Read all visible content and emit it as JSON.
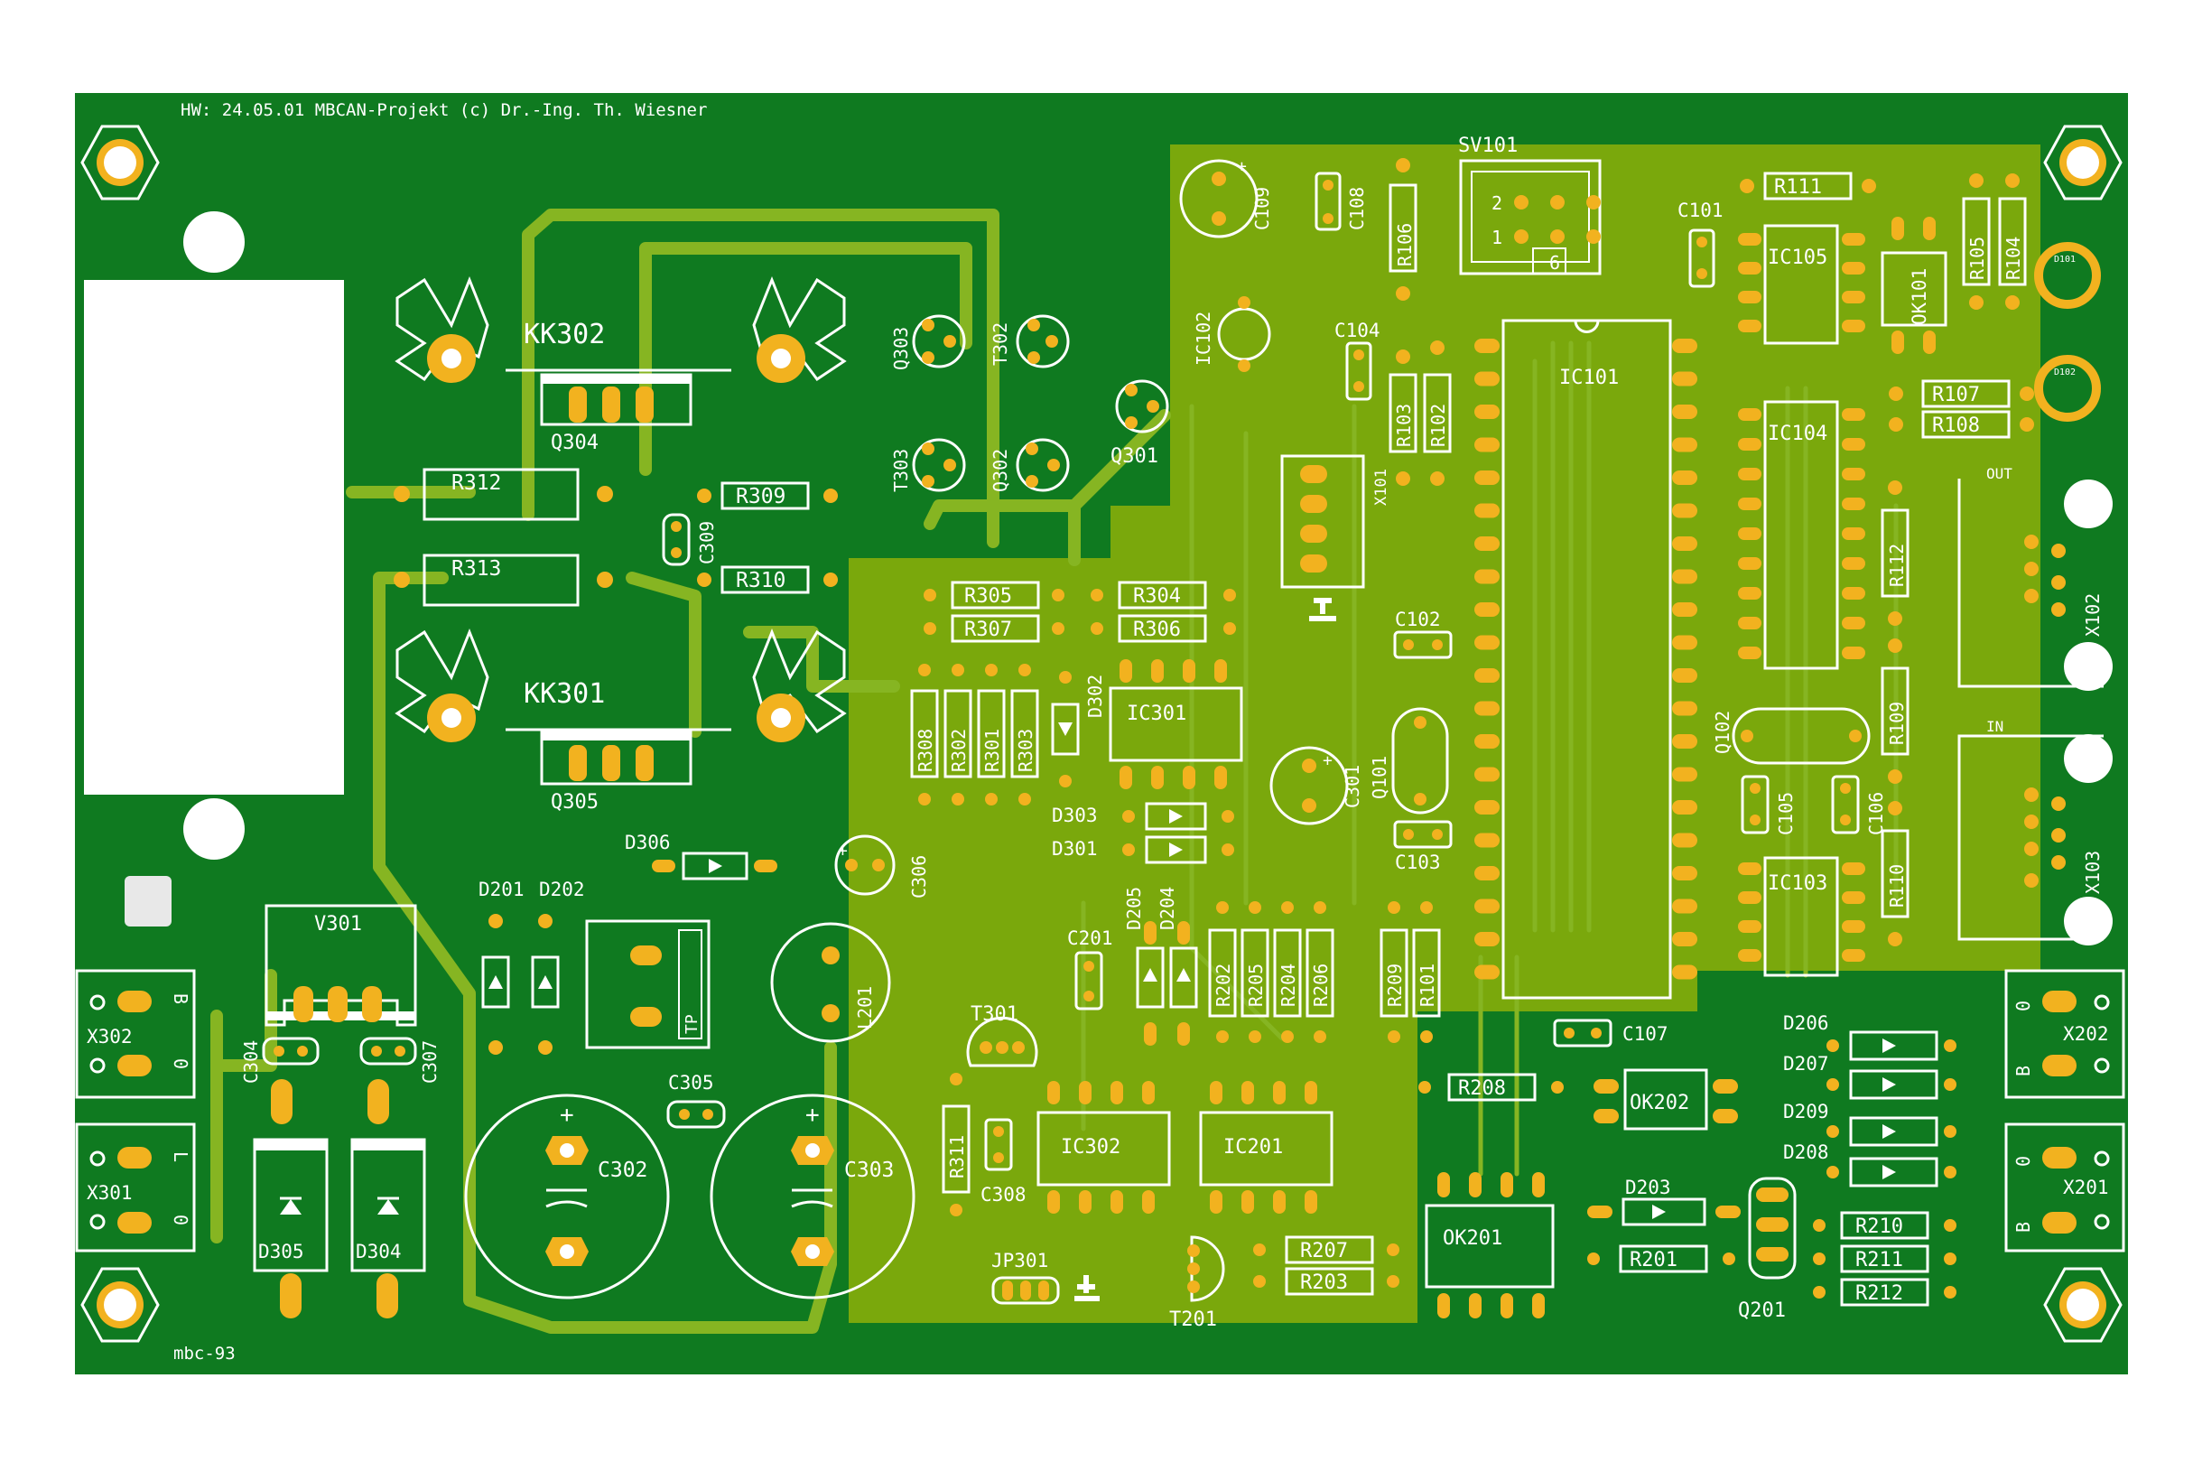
{
  "colors": {
    "background": "#ffffff",
    "board": "#0f7a20",
    "zone": "#7aa80c",
    "trace": "#86b522",
    "pad": "#f2b21f",
    "silkscreen": "#ffffff",
    "drill": "#ffffff"
  },
  "header": "HW: 24.05.01   MBCAN-Projekt   (c) Dr.-Ing. Th. Wiesner",
  "footer": "mbc-93",
  "silk": {
    "out": "OUT",
    "in": "IN",
    "sv101_pin2": "2",
    "sv101_pin1": "1",
    "sv101_pin6": "6",
    "pol_b1": "B",
    "pol_01": "0",
    "pol_l": "L",
    "pol_02": "0",
    "pol_03": "0",
    "pol_b2": "B",
    "pol_04": "0",
    "pol_b3": "B",
    "plus1": "+",
    "plus2": "+",
    "plus3": "+",
    "plus4": "+",
    "tp_small": "TP",
    "d101": "D101",
    "d102": "D102"
  },
  "components": {
    "SV101": "SV101",
    "C109": "C109",
    "C108": "C108",
    "R106": "R106",
    "C101": "C101",
    "R111": "R111",
    "IC105": "IC105",
    "OK101": "OK101",
    "R105": "R105",
    "R104": "R104",
    "IC102": "IC102",
    "C104": "C104",
    "R103": "R103",
    "R102": "R102",
    "IC101": "IC101",
    "IC104": "IC104",
    "R107": "R107",
    "R108": "R108",
    "X101": "X101",
    "R112": "R112",
    "X102": "X102",
    "C102": "C102",
    "Q101": "Q101",
    "C301": "C301",
    "Q102": "Q102",
    "C105": "C105",
    "C106": "C106",
    "R109": "R109",
    "C103": "C103",
    "IC103": "IC103",
    "R110": "R110",
    "X103": "X103",
    "KK302": "KK302",
    "KK301": "KK301",
    "Q304": "Q304",
    "Q305": "Q305",
    "Q303": "Q303",
    "T302": "T302",
    "Q301": "Q301",
    "T303": "T303",
    "Q302": "Q302",
    "R312": "R312",
    "R309": "R309",
    "R313": "R313",
    "C309": "C309",
    "R310": "R310",
    "R305": "R305",
    "R304": "R304",
    "R307": "R307",
    "R306": "R306",
    "R308": "R308",
    "R302": "R302",
    "R301": "R301",
    "R303": "R303",
    "D302": "D302",
    "IC301": "IC301",
    "D303": "D303",
    "D301": "D301",
    "D306": "D306",
    "C306": "C306",
    "D201": "D201",
    "D202": "D202",
    "V301": "V301",
    "L201": "L201",
    "TP": "TP",
    "D205": "D205",
    "D204": "D204",
    "C201": "C201",
    "R202": "R202",
    "R205": "R205",
    "R204": "R204",
    "R206": "R206",
    "R209": "R209",
    "R101": "R101",
    "C107": "C107",
    "X302": "X302",
    "X301": "X301",
    "C304": "C304",
    "C307": "C307",
    "C305": "C305",
    "C302": "C302",
    "C303": "C303",
    "D305": "D305",
    "D304": "D304",
    "T301": "T301",
    "R311": "R311",
    "C308": "C308",
    "IC302": "IC302",
    "IC201": "IC201",
    "R208": "R208",
    "OK202": "OK202",
    "OK201": "OK201",
    "D203": "D203",
    "R201": "R201",
    "JP301": "JP301",
    "T201": "T201",
    "R207": "R207",
    "R203": "R203",
    "D206": "D206",
    "D207": "D207",
    "D209": "D209",
    "D208": "D208",
    "X202": "X202",
    "X201": "X201",
    "R210": "R210",
    "R211": "R211",
    "R212": "R212",
    "Q201": "Q201"
  }
}
